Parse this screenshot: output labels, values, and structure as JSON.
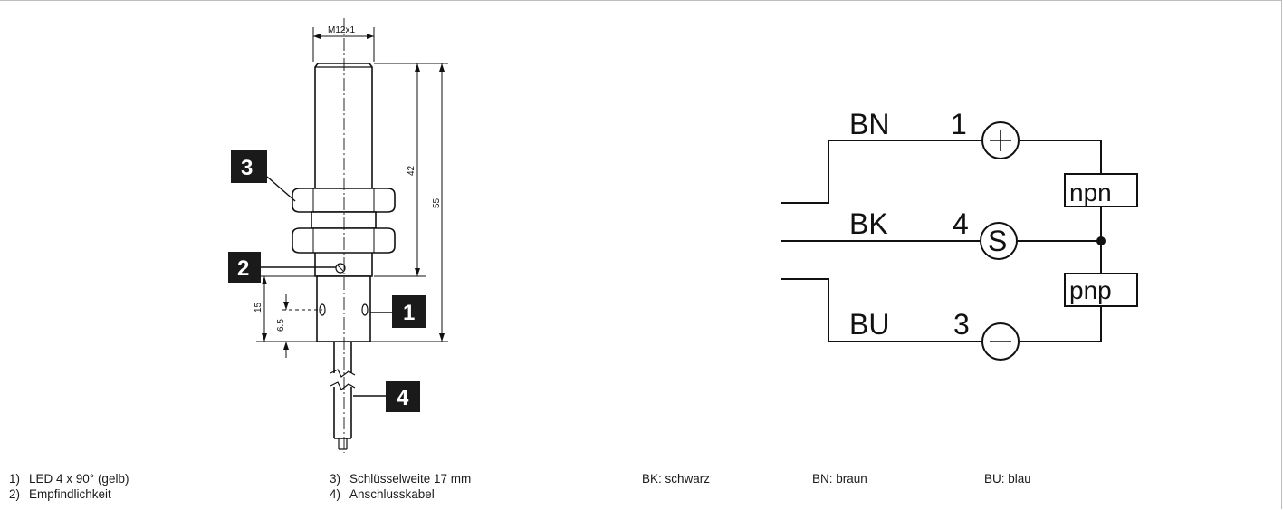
{
  "dimensions": {
    "thread": "M12x1",
    "length_42": "42",
    "length_55": "55",
    "length_15": "15",
    "length_6_5": "6.5"
  },
  "callouts": {
    "c1": "1",
    "c2": "2",
    "c3": "3",
    "c4": "4"
  },
  "wiring": {
    "bn": "BN",
    "bk": "BK",
    "bu": "BU",
    "pin1": "1",
    "pin4": "4",
    "pin3": "3",
    "plus": "+",
    "signal": "S",
    "minus": "−",
    "npn": "npn",
    "pnp": "pnp"
  },
  "legend": {
    "items": [
      {
        "num": "1)",
        "text": "LED 4 x 90° (gelb)"
      },
      {
        "num": "2)",
        "text": "Empfindlichkeit"
      },
      {
        "num": "3)",
        "text": "Schlüsselweite 17 mm"
      },
      {
        "num": "4)",
        "text": "Anschlusskabel"
      }
    ],
    "colors": [
      {
        "text": "BK: schwarz"
      },
      {
        "text": "BN: braun"
      },
      {
        "text": "BU: blau"
      }
    ]
  }
}
